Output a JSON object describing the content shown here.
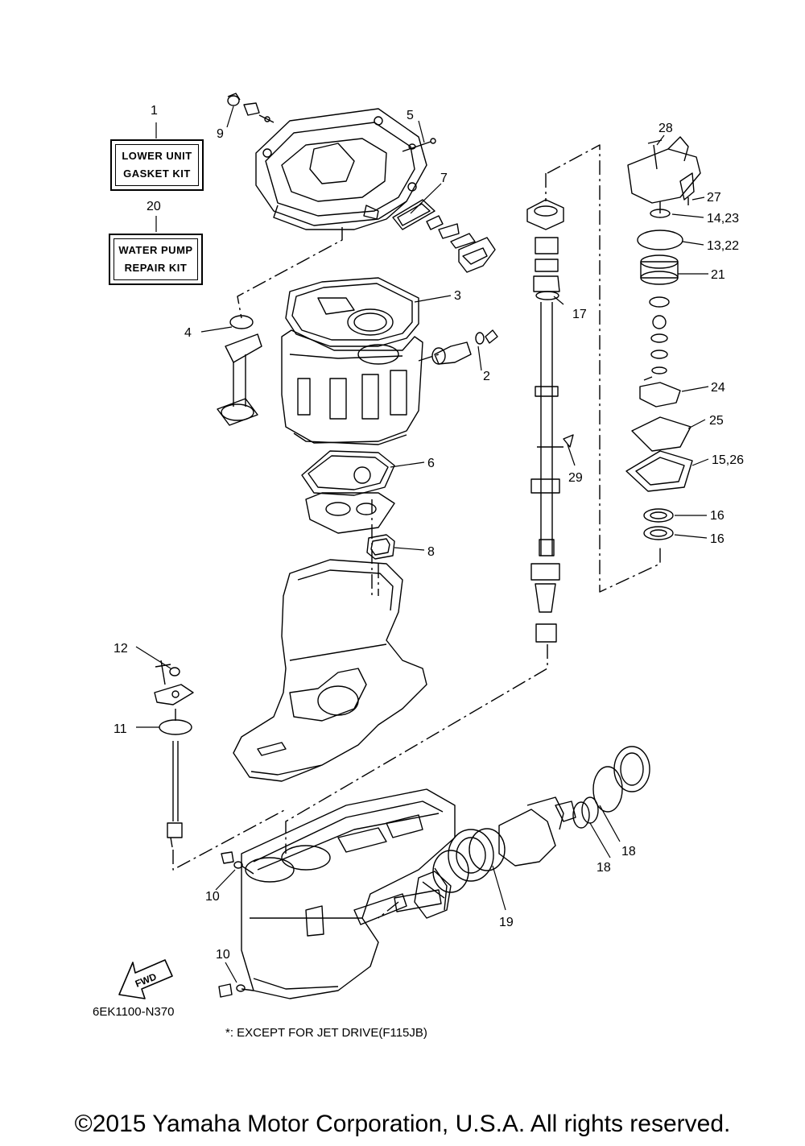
{
  "kits": {
    "lower_unit": {
      "number": "1",
      "line1": "LOWER UNIT",
      "line2": "GASKET KIT"
    },
    "water_pump": {
      "number": "20",
      "line1": "WATER PUMP",
      "line2": "REPAIR KIT"
    }
  },
  "callouts": {
    "c2": "2",
    "c3": "3",
    "c4": "4",
    "c5": "5",
    "c6": "6",
    "c7": "7",
    "c8": "8",
    "c9": "9",
    "c10a": "10",
    "c10b": "10",
    "c11": "11",
    "c12": "12",
    "c13": "13,22",
    "c14": "14,23",
    "c15": "15,26",
    "c16a": "16",
    "c16b": "16",
    "c17": "17",
    "c18a": "18",
    "c18b": "18",
    "c19": "19",
    "c21": "21",
    "c24": "24",
    "c25": "25",
    "c27": "27",
    "c28": "28",
    "c29": "29"
  },
  "fwd_label": "FWD",
  "diagram_code": "6EK1100-N370",
  "note": "*: EXCEPT FOR JET DRIVE(F115JB)",
  "copyright": "©2015 Yamaha Motor Corporation, U.S.A. All rights reserved."
}
